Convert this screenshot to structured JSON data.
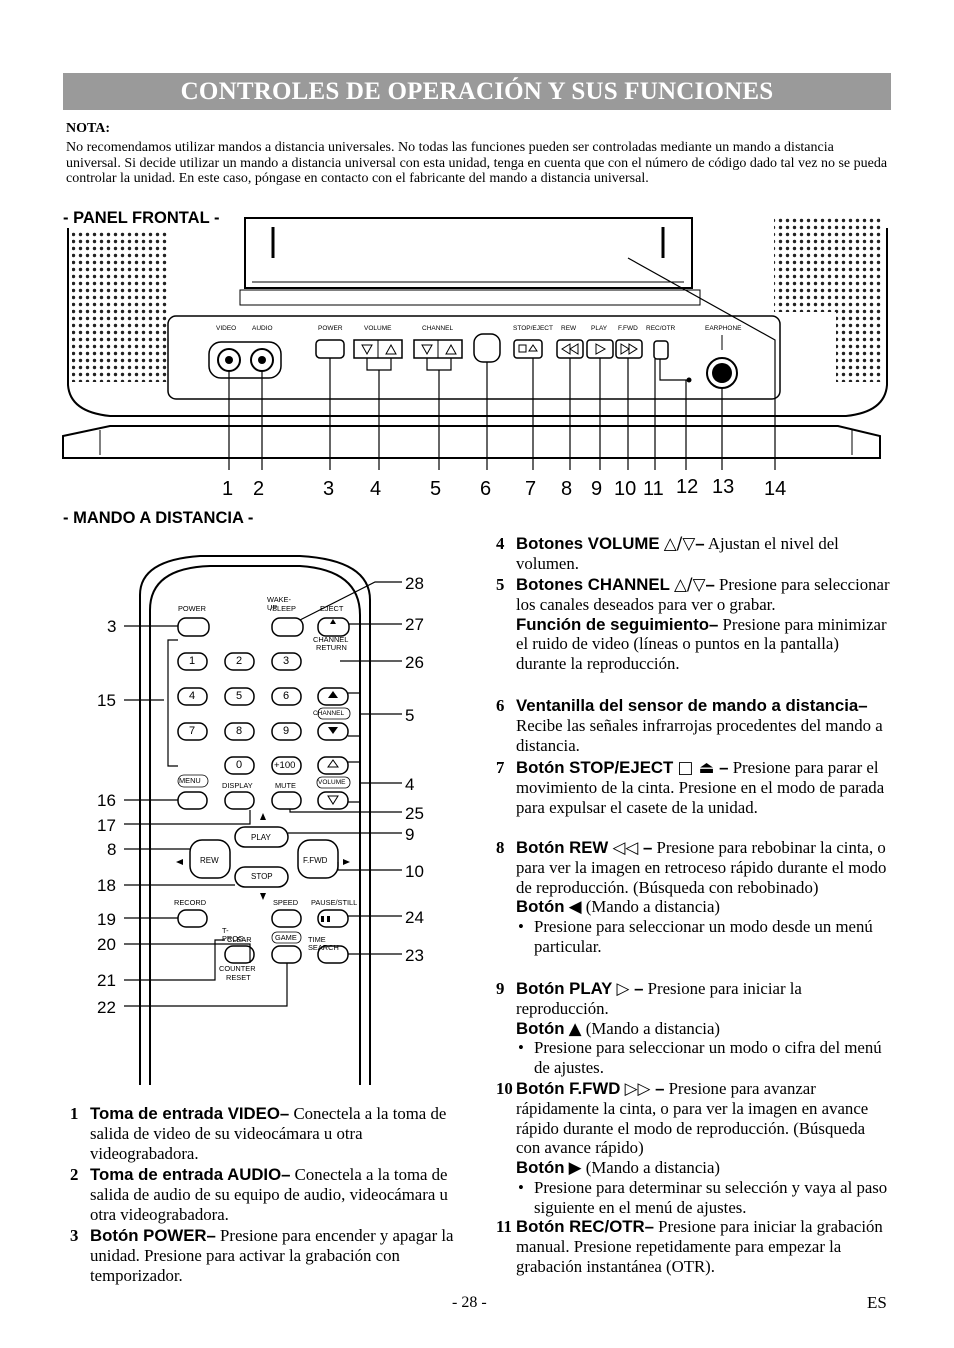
{
  "title": "CONTROLES DE OPERACIÓN Y SUS FUNCIONES",
  "nota": {
    "label": "NOTA:",
    "text": "No recomendamos utilizar mandos a distancia universales. No todas las funciones pueden ser controladas mediante un mando a distancia universal. Si decide utilizar un mando a distancia universal con esta unidad, tenga en cuenta que con el número de código dado tal vez no se pueda controlar la unidad. En este caso, póngase en contacto con el fabricante del mando a distancia universal."
  },
  "front_panel": {
    "heading": "- PANEL FRONTAL -",
    "labels": {
      "video": "VIDEO",
      "audio": "AUDIO",
      "power": "POWER",
      "volume": "VOLUME",
      "channel": "CHANNEL",
      "stop_eject": "STOP/EJECT",
      "rew": "REW",
      "play": "PLAY",
      "ffwd": "F.FWD",
      "rec_otr": "REC/OTR",
      "earphone": "EARPHONE"
    },
    "callouts": [
      "1",
      "2",
      "3",
      "4",
      "5",
      "6",
      "7",
      "8",
      "9",
      "10",
      "11",
      "12",
      "13",
      "14"
    ]
  },
  "remote": {
    "heading": "- MANDO A DISTANCIA -",
    "labels": {
      "power": "POWER",
      "wake_up": "WAKE-UP",
      "sleep": "/SLEEP",
      "eject": "EJECT",
      "channel": "CHANNEL",
      "return": "RETURN",
      "k1": "1",
      "k2": "2",
      "k3": "3",
      "k4": "4",
      "k5": "5",
      "k6": "6",
      "k7": "7",
      "k8": "8",
      "k9": "9",
      "k0": "0",
      "k100": "+100",
      "ch_badge": "CHANNEL",
      "menu": "MENU",
      "display": "DISPLAY",
      "mute": "MUTE",
      "vol_badge": "VOLUME",
      "play": "PLAY",
      "rew": "REW",
      "ffwd": "F.FWD",
      "stop": "STOP",
      "record": "RECORD",
      "speed": "SPEED",
      "pause_still": "PAUSE/STILL",
      "tprog": "T-PROG.",
      "clear": "CLEAR",
      "game": "GAME",
      "time_search": "TIME SEARCH",
      "counter": "COUNTER",
      "reset": "RESET"
    },
    "callouts_left": [
      "3",
      "15",
      "16",
      "17",
      "8",
      "18",
      "19",
      "20",
      "21",
      "22"
    ],
    "callouts_right": [
      "28",
      "27",
      "26",
      "5",
      "4",
      "25",
      "9",
      "10",
      "24",
      "23"
    ]
  },
  "items": [
    {
      "num": "1",
      "lead": "Toma de entrada VIDEO–",
      "text": " Conectela a la toma de salida de video de su videocámara u otra videograbadora."
    },
    {
      "num": "2",
      "lead": "Toma de entrada AUDIO–",
      "text": " Conectela a la toma de salida de audio de su equipo de audio, videocámara u otra videograbadora."
    },
    {
      "num": "3",
      "lead": "Botón POWER–",
      "text": " Presione para encender y apagar la unidad. Presione para activar la grabación con temporizador."
    },
    {
      "num": "4",
      "lead": "Botones VOLUME",
      "sym": "△/▽",
      "lead2": "–",
      "text": " Ajustan el nivel del volumen."
    },
    {
      "num": "5",
      "lead": "Botones CHANNEL",
      "sym": "△/▽",
      "lead2": "–",
      "text": " Presione para seleccionar los canales deseados para ver o grabar.",
      "sub_lead": "Función de seguimiento–",
      "sub_text": " Presione para minimizar el ruido de video (líneas o puntos en la pantalla) durante la reproducción."
    },
    {
      "num": "6",
      "lead": "Ventanilla del sensor de mando a distancia–",
      "text": " Recibe las señales infrarrojas procedentes del mando a distancia."
    },
    {
      "num": "7",
      "lead": "Botón STOP/EJECT",
      "sym": "□ ⏏",
      "lead2": " –",
      "text": " Presione para parar el movimiento de la cinta. Presione en el modo de parada para expulsar el casete de la unidad."
    },
    {
      "num": "8",
      "lead": "Botón REW",
      "sym": "◁◁",
      "lead2": " –",
      "text": " Presione para rebobinar la cinta, o para ver la imagen en retroceso rápido durante el modo de reproducción. (Búsqueda con rebobinado)",
      "sub_lead": "Botón",
      "sub_sym": "◀",
      "sub_text": " (Mando a distancia)",
      "bullet": "Presione para seleccionar un modo desde un menú particular."
    },
    {
      "num": "9",
      "lead": "Botón PLAY",
      "sym": "▷",
      "lead2": " –",
      "text": " Presione para iniciar la reproducción.",
      "sub_lead": "Botón",
      "sub_sym": "▲",
      "sub_text": " (Mando a distancia)",
      "bullet": "Presione para seleccionar un modo o cifra del menú de ajustes."
    },
    {
      "num": "10",
      "lead": "Botón F.FWD",
      "sym": "▷▷",
      "lead2": " –",
      "text": " Presione para avanzar rápidamente la cinta, o para ver la imagen en avance rápido durante el modo de reproducción. (Búsqueda con avance rápido)",
      "sub_lead": "Botón",
      "sub_sym": "▶",
      "sub_text": " (Mando a distancia)",
      "bullet": "Presione para determinar su selección y vaya al paso siguiente en el menú de ajustes."
    },
    {
      "num": "11",
      "lead": "Botón REC/OTR–",
      "text": " Presione para iniciar la grabación manual. Presione repetidamente para empezar la grabación instantánea (OTR)."
    }
  ],
  "footer": {
    "page": "- 28 -",
    "lang": "ES"
  }
}
